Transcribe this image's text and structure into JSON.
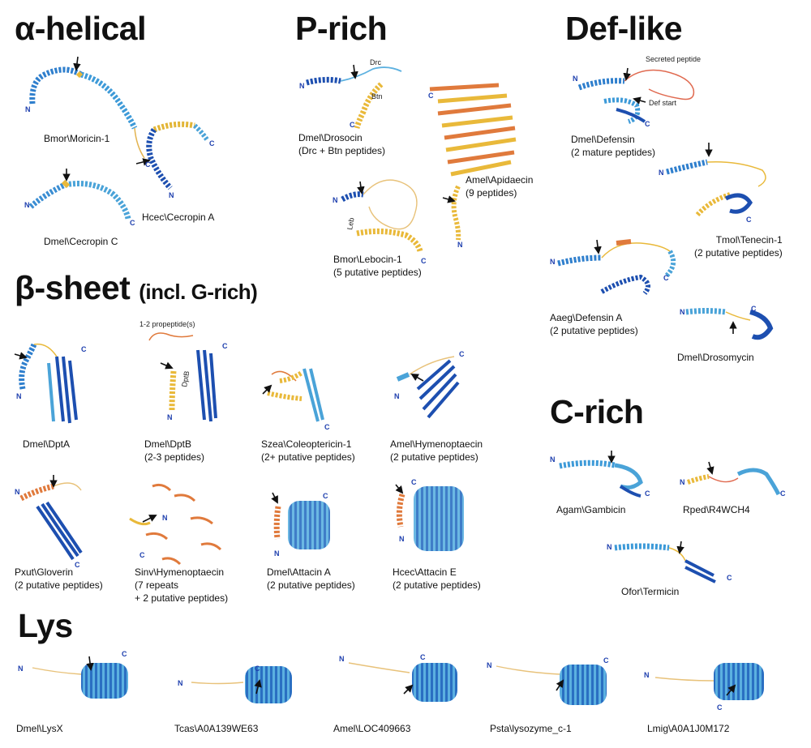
{
  "colors": {
    "blue": "#1e4fb5",
    "lightblue": "#4aa3d8",
    "yellow": "#e9b93a",
    "orange": "#e07a3c",
    "coil": "#e8c27a",
    "red": "#e06a50"
  },
  "sections": {
    "alpha": {
      "title": "α-helical"
    },
    "prich": {
      "title": "P-rich"
    },
    "deflike": {
      "title": "Def-like"
    },
    "beta": {
      "title": "β-sheet",
      "subtitle": "(incl. G-rich)"
    },
    "crich": {
      "title": "C-rich"
    },
    "lys": {
      "title": "Lys"
    }
  },
  "termini": {
    "n": "N",
    "c": "C"
  },
  "annotations": {
    "drc": "Drc",
    "btn": "Btn",
    "leb": "Leb",
    "secreted": "Secreted peptide",
    "def_start": "Def start",
    "propeptide": "1-2 propeptide(s)",
    "dptb": "DptB"
  },
  "proteins": {
    "moricin": {
      "name": "Bmor\\Moricin-1"
    },
    "cecropinA": {
      "name": "Hcec\\Cecropin A"
    },
    "cecropinC": {
      "name": "Dmel\\Cecropin C"
    },
    "drosocin": {
      "name": "Dmel\\Drosocin",
      "note": "(Drc + Btn peptides)"
    },
    "apidaecin": {
      "name": "Amel\\Apidaecin",
      "note": "(9 peptides)"
    },
    "lebocin": {
      "name": "Bmor\\Lebocin-1",
      "note": "(5 putative peptides)"
    },
    "defensin": {
      "name": "Dmel\\Defensin",
      "note": "(2 mature peptides)"
    },
    "tenecin": {
      "name": "Tmol\\Tenecin-1",
      "note": "(2 putative peptides)"
    },
    "defensinA": {
      "name": "Aaeg\\Defensin A",
      "note": "(2 putative peptides)"
    },
    "drosomycin": {
      "name": "Dmel\\Drosomycin"
    },
    "dpta": {
      "name": "Dmel\\DptA"
    },
    "dptb": {
      "name": "Dmel\\DptB",
      "note": "(2-3 peptides)"
    },
    "coleoptericin": {
      "name": "Szea\\Coleoptericin-1",
      "note": "(2+ putative peptides)"
    },
    "hymenoptaecin": {
      "name": "Amel\\Hymenoptaecin",
      "note": "(2 putative peptides)"
    },
    "gloverin": {
      "name": "Pxut\\Gloverin",
      "note": "(2 putative peptides)"
    },
    "sinvhym": {
      "name": "Sinv\\Hymenoptaecin",
      "note": "(7 repeats",
      "note2": "+ 2 putative peptides)"
    },
    "attacinA": {
      "name": "Dmel\\Attacin A",
      "note": "(2 putative peptides)"
    },
    "attacinE": {
      "name": "Hcec\\Attacin E",
      "note": "(2 putative peptides)"
    },
    "gambicin": {
      "name": "Agam\\Gambicin"
    },
    "r4wch4": {
      "name": "Rped\\R4WCH4"
    },
    "termicin": {
      "name": "Ofor\\Termicin"
    },
    "lysx": {
      "name": "Dmel\\LysX"
    },
    "tcas": {
      "name": "Tcas\\A0A139WE63"
    },
    "amellys": {
      "name": "Amel\\LOC409663"
    },
    "psta": {
      "name": "Psta\\lysozyme_c-1"
    },
    "lmig": {
      "name": "Lmig\\A0A1J0M172"
    }
  }
}
